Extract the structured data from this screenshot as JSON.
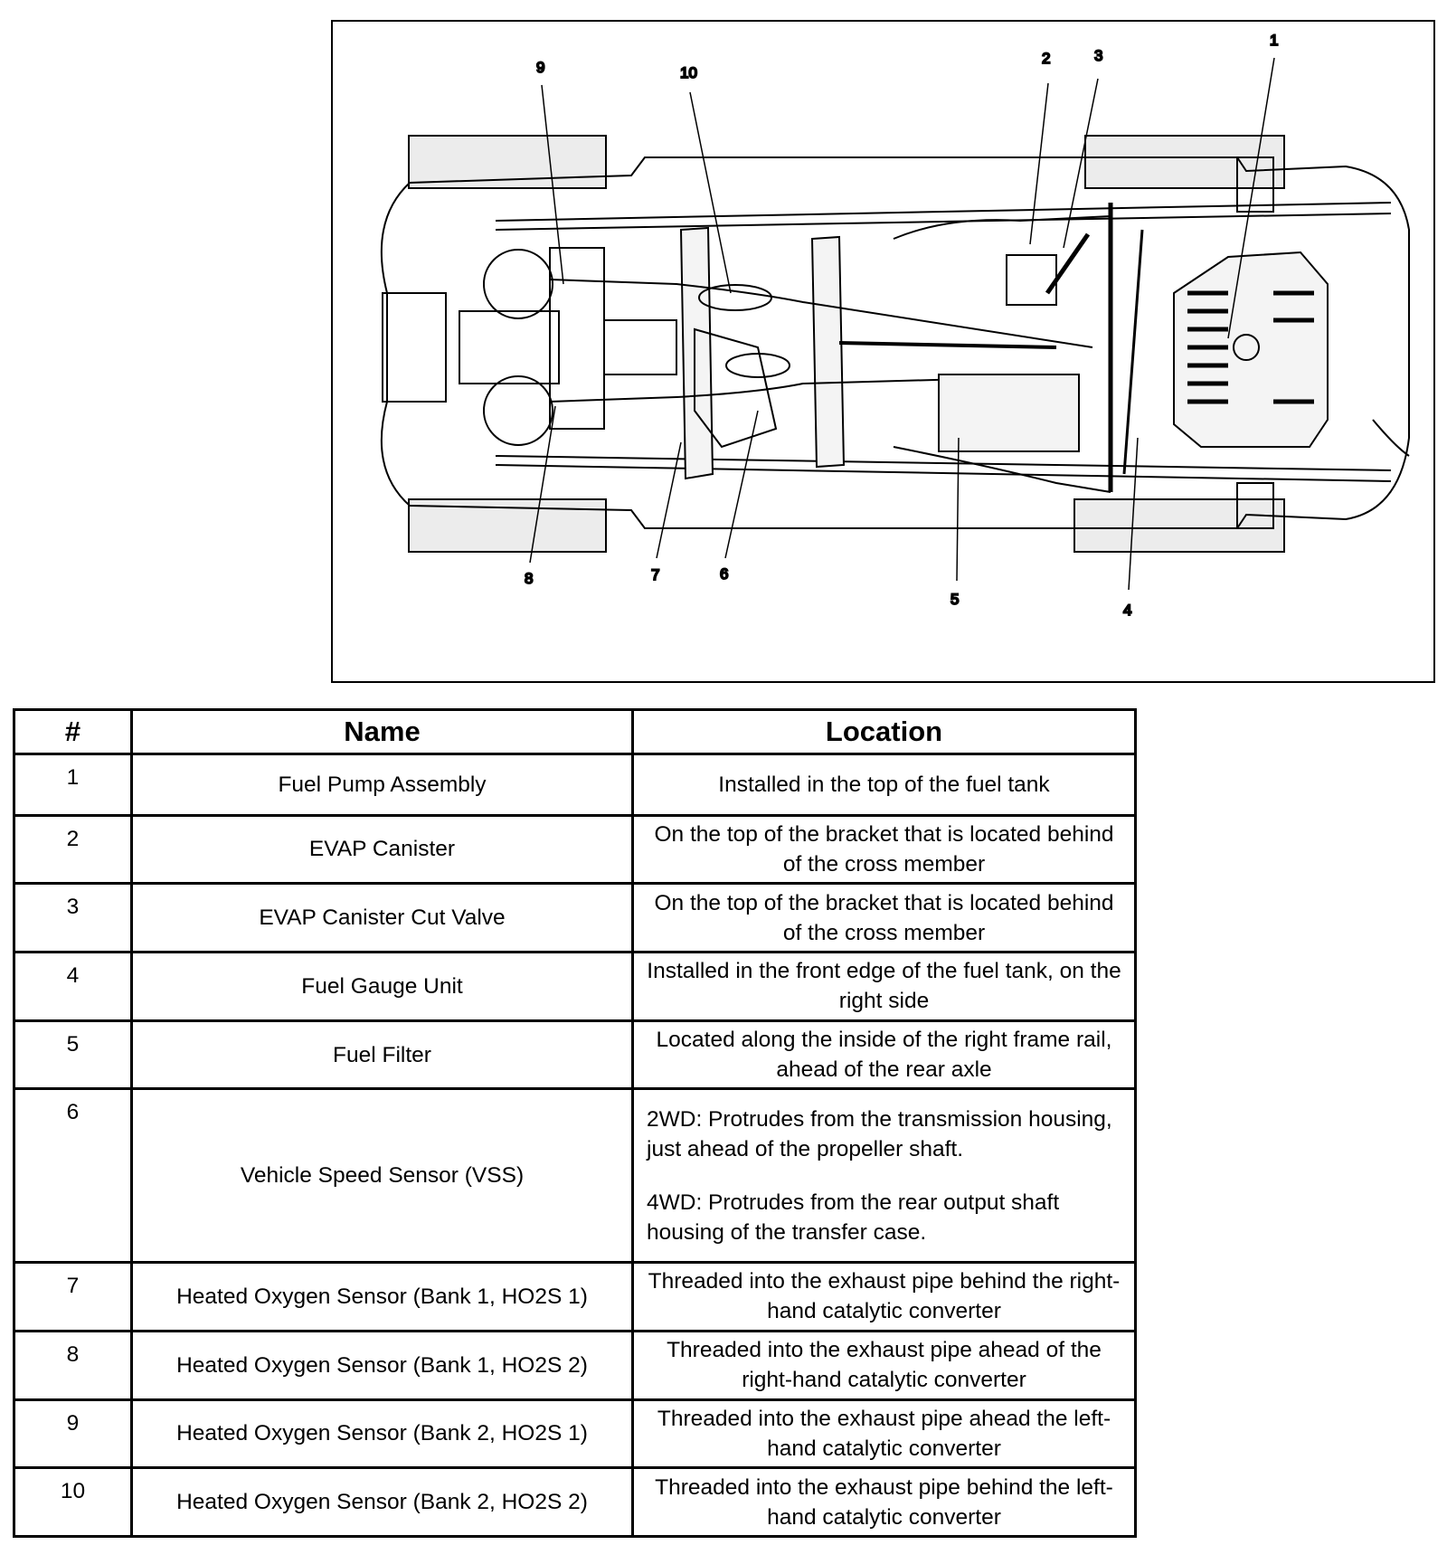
{
  "diagram": {
    "callouts": [
      "1",
      "2",
      "3",
      "4",
      "5",
      "6",
      "7",
      "8",
      "9",
      "10"
    ]
  },
  "table": {
    "headers": {
      "num": "#",
      "name": "Name",
      "location": "Location"
    },
    "rows": [
      {
        "num": "1",
        "name": "Fuel Pump Assembly",
        "location": [
          "Installed in the top of the fuel tank"
        ]
      },
      {
        "num": "2",
        "name": "EVAP Canister",
        "location": [
          "On the top of the bracket that is located behind of the cross member"
        ]
      },
      {
        "num": "3",
        "name": "EVAP Canister Cut Valve",
        "location": [
          "On the top of the bracket that is located behind of the cross member"
        ]
      },
      {
        "num": "4",
        "name": "Fuel Gauge Unit",
        "location": [
          "Installed in the front edge of the fuel tank, on the right side"
        ]
      },
      {
        "num": "5",
        "name": "Fuel Filter",
        "location": [
          "Located along the inside of the right frame rail, ahead of the rear axle"
        ]
      },
      {
        "num": "6",
        "name": "Vehicle Speed Sensor (VSS)",
        "location": [
          "2WD: Protrudes from the transmission housing, just ahead of the propeller shaft.",
          "4WD: Protrudes from the rear output shaft housing of the transfer case."
        ]
      },
      {
        "num": "7",
        "name": "Heated Oxygen Sensor (Bank 1, HO2S 1)",
        "location": [
          "Threaded into the exhaust pipe behind the right-hand catalytic converter"
        ]
      },
      {
        "num": "8",
        "name": "Heated Oxygen Sensor (Bank 1, HO2S 2)",
        "location": [
          "Threaded into the exhaust pipe ahead of the right-hand catalytic converter"
        ]
      },
      {
        "num": "9",
        "name": "Heated Oxygen Sensor (Bank 2, HO2S 1)",
        "location": [
          "Threaded into the exhaust pipe ahead the left-hand catalytic converter"
        ]
      },
      {
        "num": "10",
        "name": "Heated Oxygen Sensor (Bank 2, HO2S 2)",
        "location": [
          "Threaded into the exhaust pipe behind the left-hand catalytic converter"
        ]
      }
    ]
  }
}
